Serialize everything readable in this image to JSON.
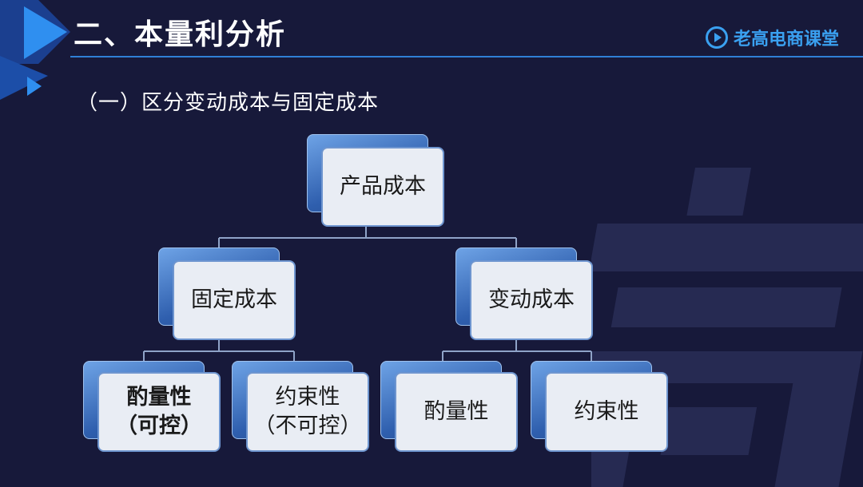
{
  "header": {
    "title": "二、本量利分析",
    "brand": "老高电商课堂"
  },
  "subtitle": "（一）区分变动成本与固定成本",
  "watermark_char": "高",
  "colors": {
    "background": "#17193a",
    "accent": "#2f7fd6",
    "brand": "#3aa0f0",
    "box_fill": "#e9edf4",
    "box_back": "#2f5fae"
  },
  "tree": {
    "root": {
      "label": "产品成本"
    },
    "fixed": {
      "label": "固定成本",
      "children": [
        {
          "line1": "酌量性",
          "line2": "（可控）"
        },
        {
          "line1": "约束性",
          "line2": "（不可控）"
        }
      ]
    },
    "variable": {
      "label": "变动成本",
      "children": [
        {
          "line1": "酌量性",
          "line2": ""
        },
        {
          "line1": "约束性",
          "line2": ""
        }
      ]
    }
  }
}
